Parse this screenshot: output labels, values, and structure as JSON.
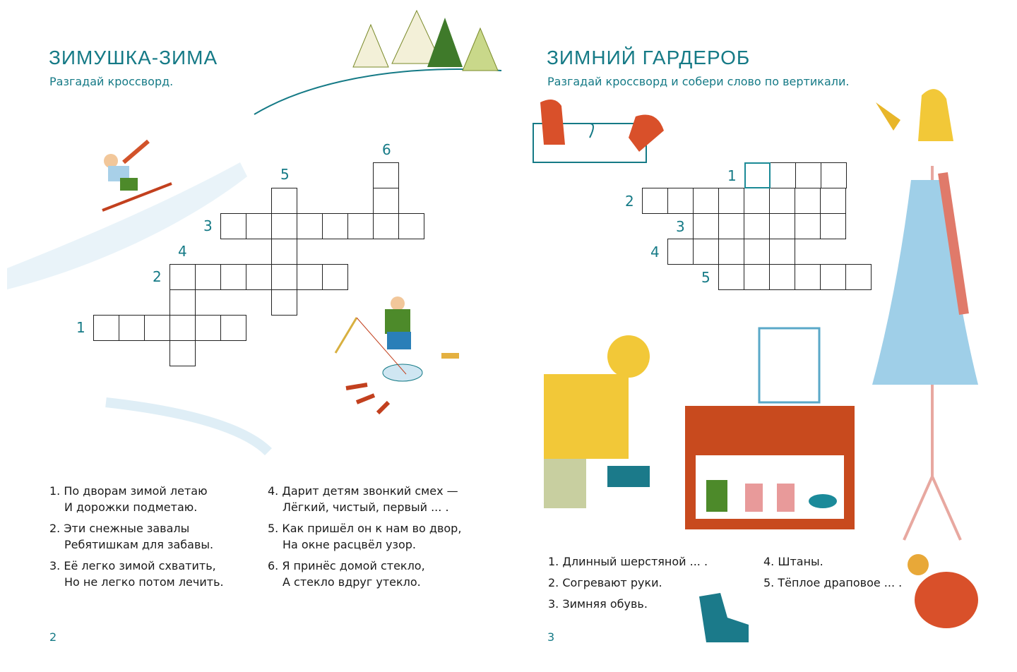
{
  "left_page": {
    "title": "ЗИМУШКА-ЗИМА",
    "subtitle": "Разгадай кроссворд.",
    "numbers": [
      "1",
      "2",
      "3",
      "4",
      "5",
      "6"
    ],
    "clues": [
      {
        "line1": "1. По дворам зимой летаю",
        "line2": "И дорожки подметаю."
      },
      {
        "line1": "2. Эти снежные завалы",
        "line2": "Ребятишкам для забавы."
      },
      {
        "line1": "3. Её легко зимой схватить,",
        "line2": "Но не легко потом лечить."
      },
      {
        "line1": "4. Дарит детям звонкий смех —",
        "line2": "Лёгкий, чистый, первый ... ."
      },
      {
        "line1": "5. Как пришёл он к нам во двор,",
        "line2": "На окне расцвёл узор."
      },
      {
        "line1": "6. Я принёс домой стекло,",
        "line2": "А стекло вдруг утекло."
      }
    ],
    "page_number": "2"
  },
  "right_page": {
    "title": "ЗИМНИЙ ГАРДЕРОБ",
    "subtitle": "Разгадай кроссворд и собери слово по вертикали.",
    "numbers": [
      "1",
      "2",
      "3",
      "4",
      "5"
    ],
    "clues": [
      "1. Длинный шерстяной ... .",
      "2. Согревают руки.",
      "3. Зимняя обувь.",
      "4. Штаны.",
      "5. Тёплое драповое ... ."
    ],
    "page_number": "3"
  },
  "colors": {
    "accent": "#157a86",
    "highlight": "#1b8a96"
  }
}
